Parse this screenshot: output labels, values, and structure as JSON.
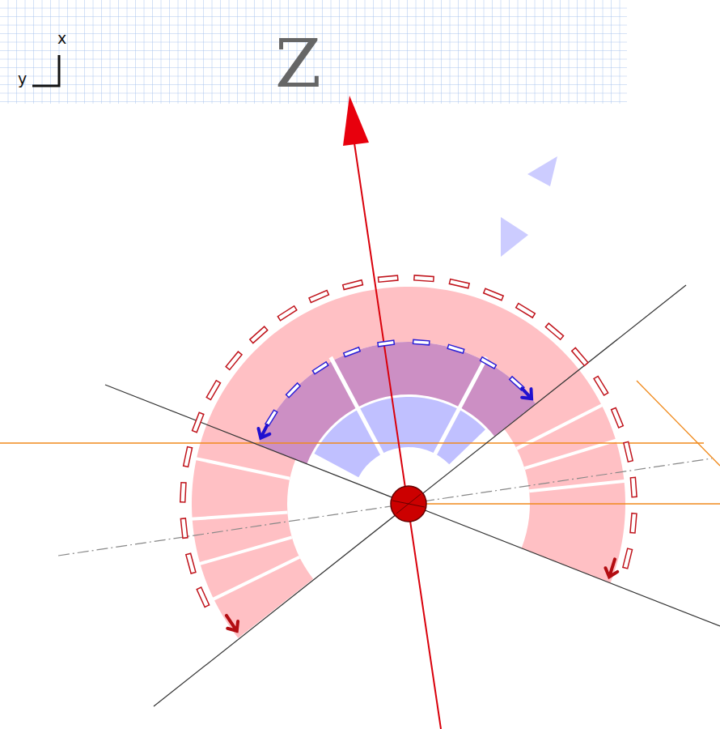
{
  "diagram": {
    "labels": [
      "x",
      "y",
      "Z"
    ]
  }
}
